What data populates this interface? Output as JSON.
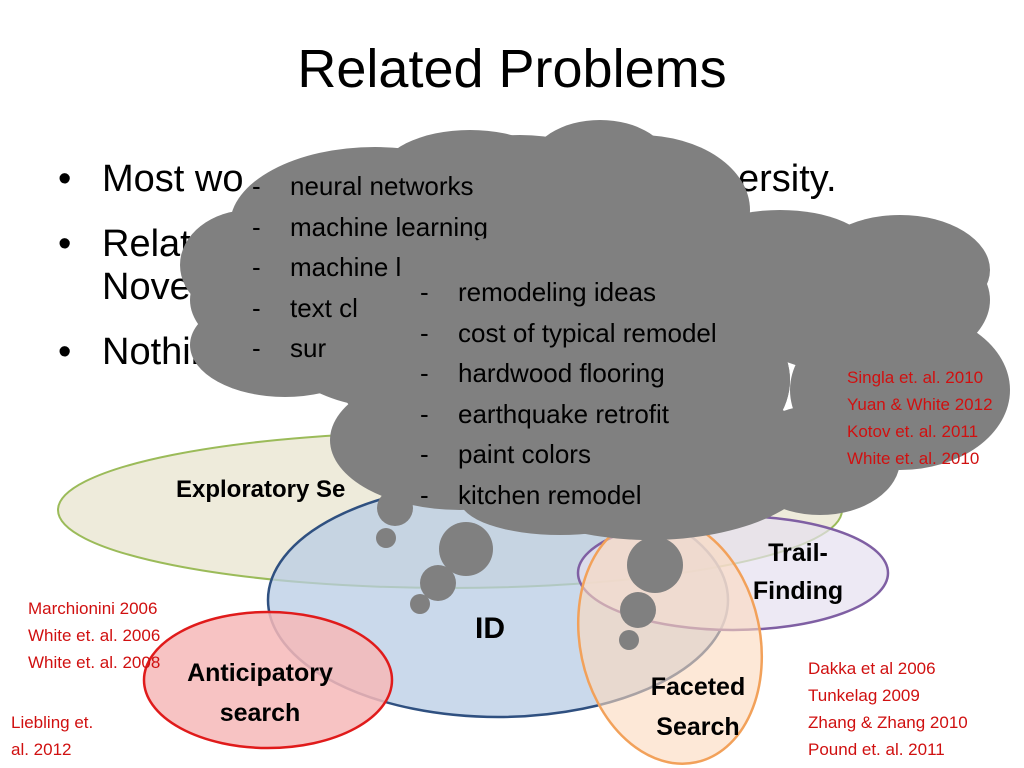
{
  "slide": {
    "title": "Related Problems",
    "bullets": [
      {
        "marker": "•",
        "text": "Most wo",
        "text_right": "ersity."
      },
      {
        "marker": "•",
        "text": "Relat",
        "text_line2": "Novel"
      },
      {
        "marker": "•",
        "text": "Nothing"
      }
    ]
  },
  "diagram": {
    "regions": [
      {
        "label": "Exploratory Se",
        "color": "#ebe7d5"
      },
      {
        "label": "ID",
        "color": "#b8cce4"
      },
      {
        "label": "Trail-Finding",
        "line1": "Trail-",
        "line2": "Finding",
        "color": "#7f5fa3"
      },
      {
        "label": "Faceted Search",
        "line1": "Faceted",
        "line2": "Search",
        "color": "#f2a15a"
      },
      {
        "label": "Anticipatory search",
        "line1": "Anticipatory",
        "line2": "search",
        "color": "#e01b1b"
      }
    ],
    "citations": {
      "exploratory": [
        "Marchionini 2006",
        "White et. al. 2006",
        "White et. al. 2008"
      ],
      "anticipatory": [
        "Liebling et.",
        "al. 2012"
      ],
      "trail": [
        "Singla et. al. 2010",
        "Yuan & White 2012",
        "Kotov et. al. 2011",
        "White et. al. 2010"
      ],
      "faceted": [
        "Dakka et al 2006",
        "Tunkelag 2009",
        "Zhang & Zhang 2010",
        "Pound et. al. 2011"
      ]
    }
  },
  "thought_clouds": {
    "color": "#808080",
    "cloud1_items": [
      "neural networks",
      "machine learning",
      "machine l",
      "text cl",
      "sur"
    ],
    "cloud2_items": [
      "remodeling ideas",
      "cost of typical remodel",
      "hardwood flooring",
      "earthquake retrofit",
      "paint colors",
      "kitchen remodel"
    ],
    "dash": "-"
  }
}
